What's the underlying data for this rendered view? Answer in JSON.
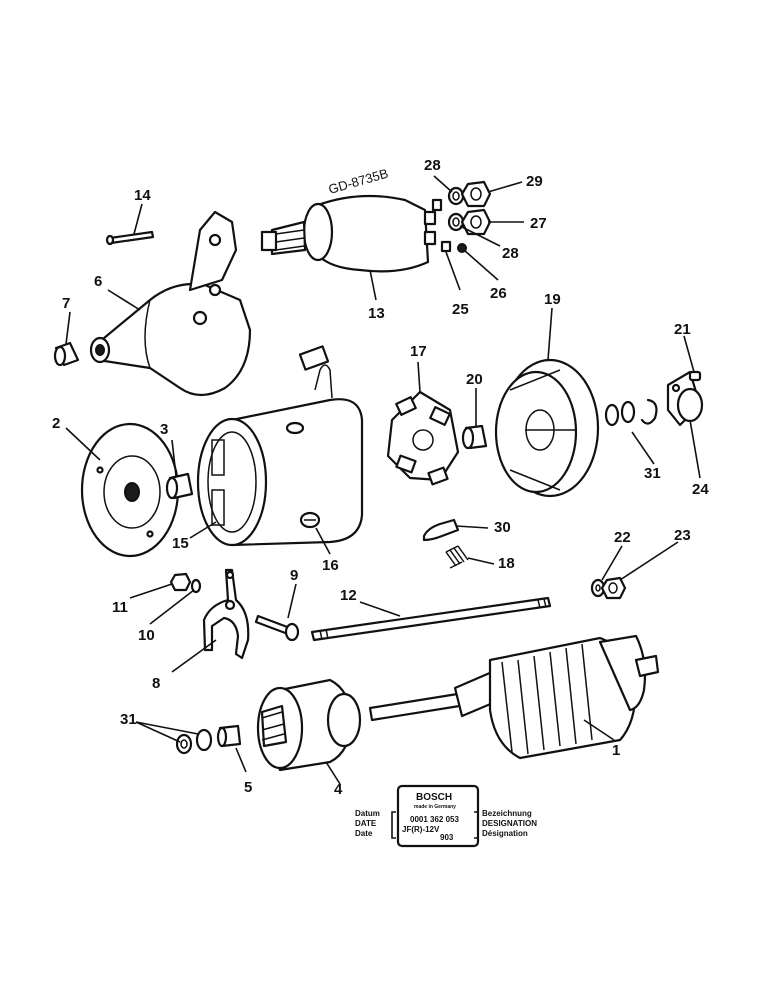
{
  "callouts": [
    "1",
    "2",
    "3",
    "4",
    "5",
    "6",
    "7",
    "8",
    "9",
    "10",
    "11",
    "12",
    "13",
    "14",
    "15",
    "16",
    "17",
    "18",
    "19",
    "20",
    "21",
    "22",
    "23",
    "24",
    "25",
    "26",
    "27",
    "28",
    "28",
    "29",
    "30",
    "31",
    "31"
  ],
  "drawing_code": "GD-8735B",
  "nameplate": {
    "brand": "BOSCH",
    "brand_sub": "made in Germany",
    "part_number": "0001 362 053",
    "rating": "JF(R)-12V",
    "date_code": "903",
    "left_labels": [
      "Datum",
      "DATE",
      "Date"
    ],
    "right_labels": [
      "Bezeichnung",
      "DESIGNATION",
      "Désignation"
    ]
  }
}
